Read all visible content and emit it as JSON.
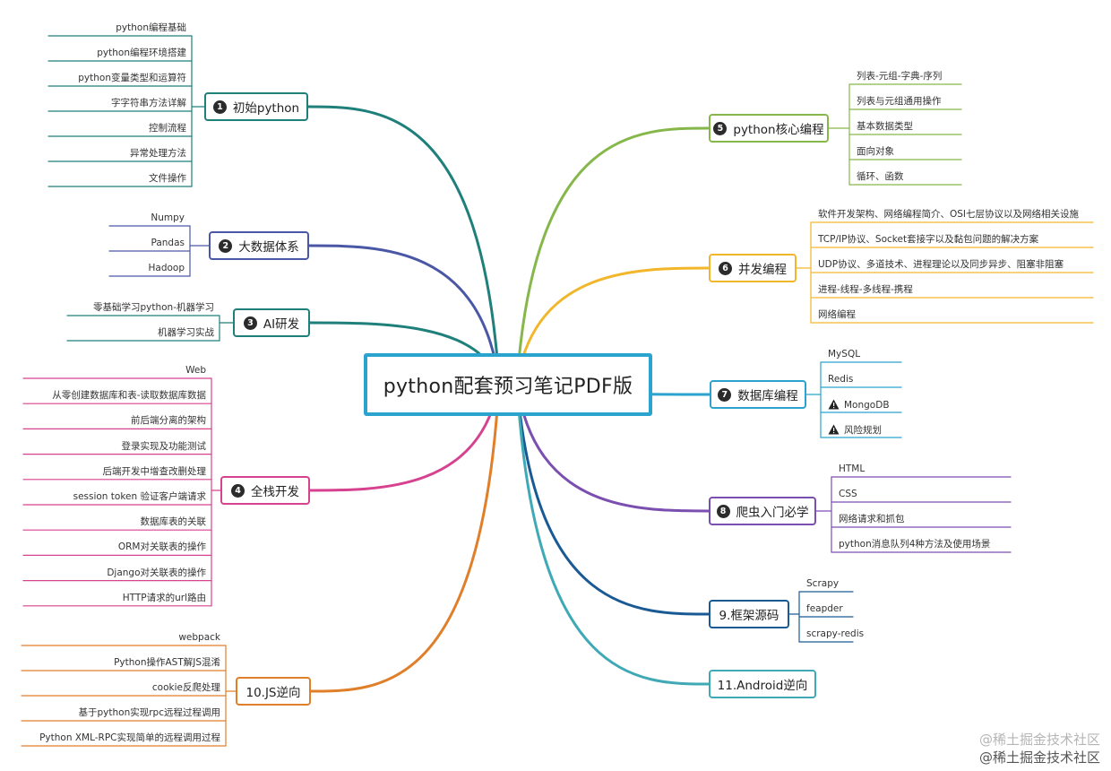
{
  "root": {
    "title": "python配套预习笔记PDF版"
  },
  "topics": [
    {
      "num": "1",
      "label": "初始python",
      "color": "#1f7f7a",
      "items": [
        "python编程基础",
        "python编程环境搭建",
        "python变量类型和运算符",
        "字字符串方法详解",
        "控制流程",
        "异常处理方法",
        "文件操作"
      ]
    },
    {
      "num": "2",
      "label": "大数据体系",
      "color": "#4a57a6",
      "items": [
        "Numpy",
        "Pandas",
        "Hadoop"
      ]
    },
    {
      "num": "3",
      "label": "AI研发",
      "color": "#1f7f7a",
      "items": [
        "零基础学习python-机器学习",
        "机器学习实战"
      ]
    },
    {
      "num": "4",
      "label": "全栈开发",
      "color": "#d6428f",
      "items": [
        "Web",
        "从零创建数据库和表-读取数据库数据",
        "前后端分离的架构",
        "登录实现及功能测试",
        "后端开发中增查改删处理",
        "session token 验证客户端请求",
        "数据库表的关联",
        "ORM对关联表的操作",
        "Django对关联表的操作",
        "HTTP请求的url路由"
      ]
    },
    {
      "num": "",
      "label": "10.JS逆向",
      "color": "#e07f2a",
      "items": [
        "webpack",
        "Python操作AST解JS混淆",
        "cookie反爬处理",
        "基于python实现rpc远程过程调用",
        "Python XML-RPC实现简单的远程调用过程"
      ]
    },
    {
      "num": "5",
      "label": "python核心编程",
      "color": "#86b74a",
      "items": [
        "列表-元组-字典-序列",
        "列表与元组通用操作",
        "基本数据类型",
        "面向对象",
        "循环、函数"
      ]
    },
    {
      "num": "6",
      "label": "并发编程",
      "color": "#f2b62a",
      "items": [
        "软件开发架构、网络编程简介、OSI七层协议以及网络相关设施",
        "TCP/IP协议、Socket套接字以及黏包问题的解决方案",
        "UDP协议、多道技术、进程理论以及同步异步、阻塞非阻塞",
        "进程-线程-多线程-携程",
        "网络编程"
      ]
    },
    {
      "num": "7",
      "label": "数据库编程",
      "color": "#2aa3cf",
      "items": [
        "MySQL",
        "Redis",
        "MongoDB",
        "风险规划"
      ]
    },
    {
      "num": "8",
      "label": "爬虫入门必学",
      "color": "#7a4fb0",
      "items": [
        "HTML",
        "CSS",
        "网络请求和抓包",
        "python消息队列4种方法及使用场景"
      ]
    },
    {
      "num": "",
      "label": "9.框架源码",
      "color": "#1a5a94",
      "items": [
        "Scrapy",
        "feapder",
        "scrapy-redis"
      ]
    },
    {
      "num": "",
      "label": "11.Android逆向",
      "color": "#3fa9b5",
      "items": []
    }
  ],
  "icons": {
    "warning": "warning-triangle-icon"
  },
  "watermark": {
    "text": "@稀土掘金技术社区"
  }
}
